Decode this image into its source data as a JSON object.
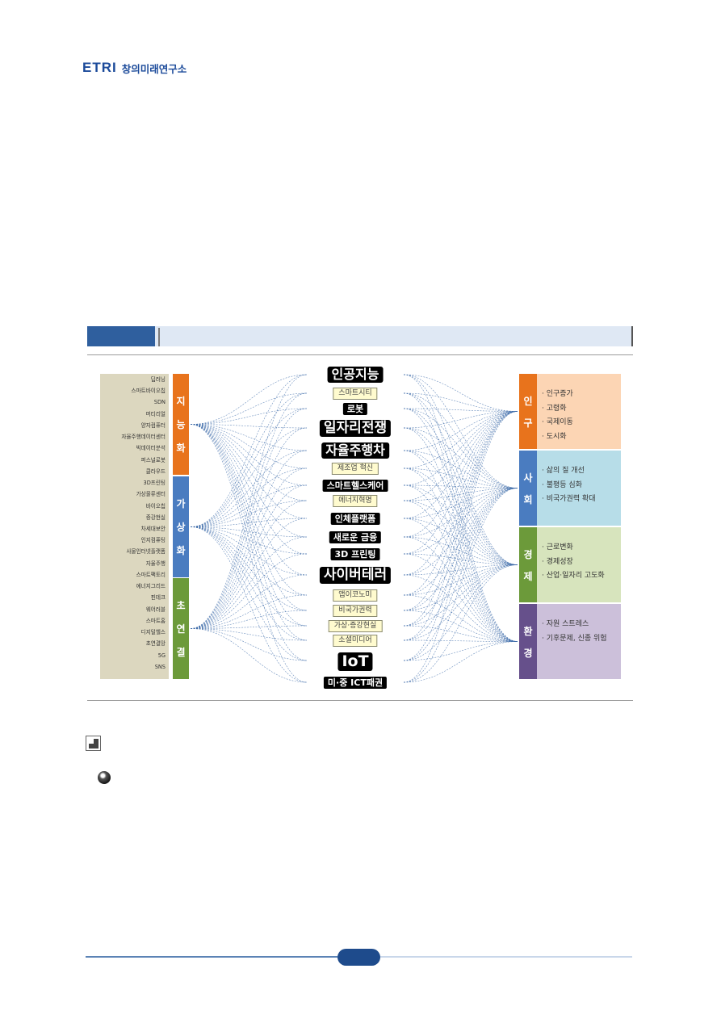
{
  "header": {
    "logo_etri": "ETRI",
    "logo_org": "창의미래연구소"
  },
  "diagram": {
    "keywords": [
      "딥러닝",
      "스마트바이오칩",
      "SDN",
      "머티리얼",
      "양자컴퓨터",
      "자율주행데이터센터",
      "빅데이터분석",
      "퍼스널로봇",
      "클라우드",
      "3D프린팅",
      "가상물류센터",
      "바이오칩",
      "증강현실",
      "차세대보안",
      "인지컴퓨팅",
      "사물인터넷플랫폼",
      "자율주행",
      "스마트팩토리",
      "에너지그리드",
      "핀테크",
      "웨어러블",
      "스마트홈",
      "디지털헬스",
      "초연결망",
      "5G",
      "SNS"
    ],
    "drivers": [
      {
        "name": "지능화",
        "chars": [
          "지",
          "능",
          "화"
        ],
        "color": "#e8731c"
      },
      {
        "name": "가상화",
        "chars": [
          "가",
          "상",
          "화"
        ],
        "color": "#4a7cc0"
      },
      {
        "name": "초연결",
        "chars": [
          "초",
          "연",
          "결"
        ],
        "color": "#6c9a3a"
      }
    ],
    "center_labels": [
      {
        "text": "인공지능",
        "style": "big"
      },
      {
        "text": "스마트시티",
        "style": "small"
      },
      {
        "text": "로봇",
        "style": "mid"
      },
      {
        "text": "일자리전쟁",
        "style": "big"
      },
      {
        "text": "자율주행차",
        "style": "big"
      },
      {
        "text": "제조업 혁신",
        "style": "small"
      },
      {
        "text": "스마트헬스케어",
        "style": "mid"
      },
      {
        "text": "에너지혁명",
        "style": "small"
      },
      {
        "text": "인체플랫폼",
        "style": "mid"
      },
      {
        "text": "새로운 금융",
        "style": "mid"
      },
      {
        "text": "3D 프린팅",
        "style": "mid"
      },
      {
        "text": "사이버테러",
        "style": "big"
      },
      {
        "text": "앱이코노미",
        "style": "small"
      },
      {
        "text": "비국가권력",
        "style": "small"
      },
      {
        "text": "가상·증강현실",
        "style": "small"
      },
      {
        "text": "소셜미디어",
        "style": "small"
      },
      {
        "text": "IoT",
        "style": "big"
      },
      {
        "text": "미·중 ICT패권",
        "style": "mid"
      }
    ],
    "categories": [
      {
        "name": "인구",
        "chars": [
          "인",
          "구"
        ],
        "bar_color": "#e8731c",
        "box_color": "#fcd5b4",
        "items": [
          "· 인구증가",
          "· 고령화",
          "· 국제이동",
          "· 도시화"
        ]
      },
      {
        "name": "사회",
        "chars": [
          "사",
          "회"
        ],
        "bar_color": "#4a7cc0",
        "box_color": "#b7dde8",
        "items": [
          "· 삶의 질 개선",
          "· 불평등 심화",
          "· 비국가권력 확대"
        ]
      },
      {
        "name": "경제",
        "chars": [
          "경",
          "제"
        ],
        "bar_color": "#6c9a3a",
        "box_color": "#d7e4bd",
        "items": [
          "· 근로변화",
          "· 경제성장",
          "· 산업·일자리 고도화"
        ]
      },
      {
        "name": "환경",
        "chars": [
          "환",
          "경"
        ],
        "bar_color": "#66508b",
        "box_color": "#ccc0da",
        "items": [
          "· 자원 스트레스",
          "· 기후문제, 신종 위험"
        ]
      }
    ],
    "line_color": "#3b6aa8"
  },
  "footer": {
    "line_color": "#5b83b5",
    "pill_color": "#1e4b8c"
  }
}
